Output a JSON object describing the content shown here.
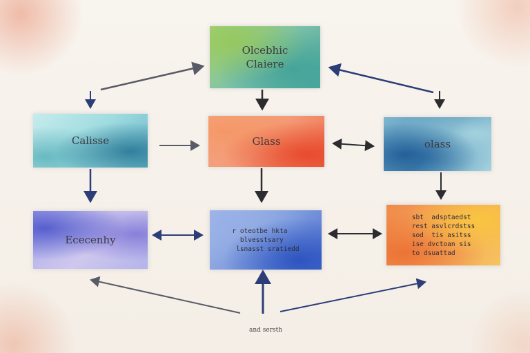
{
  "nodes": {
    "top": {
      "label": "Olcebhic\nClaiere"
    },
    "left": {
      "label": "Calisse"
    },
    "mid": {
      "label": "Glass"
    },
    "right": {
      "label": "olass"
    },
    "bottom_left": {
      "label": "Ececenhy"
    },
    "bottom_mid": {
      "label": "r oteotbe hkta\n  blvesstsary\n lsnasst sratiedd"
    },
    "bottom_right": {
      "label": "sbt  adsptaedst\nrest asvlcrdstss\nsod  tis asitss\nise dvctoan sis\nto dsuattad"
    }
  },
  "footnote": "and sersth",
  "colors": {
    "arrow_dark": "#2b2b30",
    "arrow_navy": "#2c3d78",
    "arrow_gray": "#5a5a66"
  }
}
